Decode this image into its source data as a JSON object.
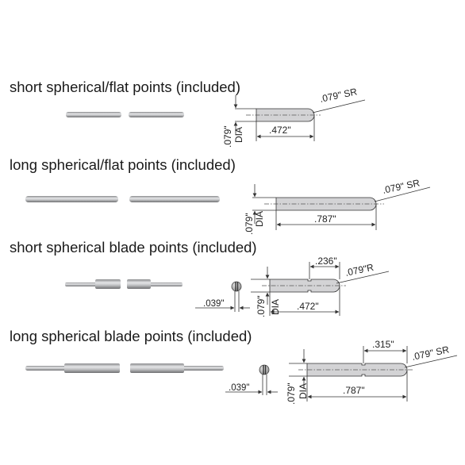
{
  "sections": [
    {
      "title": "short spherical/flat points (included)",
      "dia": ".079\"",
      "dia_label": "DIA",
      "length": ".472\"",
      "tip": ".079\" SR"
    },
    {
      "title": "long spherical/flat points (included)",
      "dia": ".079\"",
      "dia_label": "DIA",
      "length": ".787\"",
      "tip": ".079\" SR"
    },
    {
      "title": "short spherical blade points (included)",
      "blade": ".039\"",
      "dia": ".079\"",
      "dia_label": "DIA",
      "length": ".472\"",
      "section": ".236\"",
      "tip": ".079\"R"
    },
    {
      "title": "long spherical blade points (included)",
      "blade": ".039\"",
      "dia": ".079\"",
      "dia_label": "DIA",
      "length": ".787\"",
      "section": ".315\"",
      "tip": ".079\" SR"
    }
  ],
  "colors": {
    "rod": "#8f9092",
    "rod_light": "#e2e3e5",
    "drawing_fill": "#d3d3d5",
    "line": "#333333"
  }
}
